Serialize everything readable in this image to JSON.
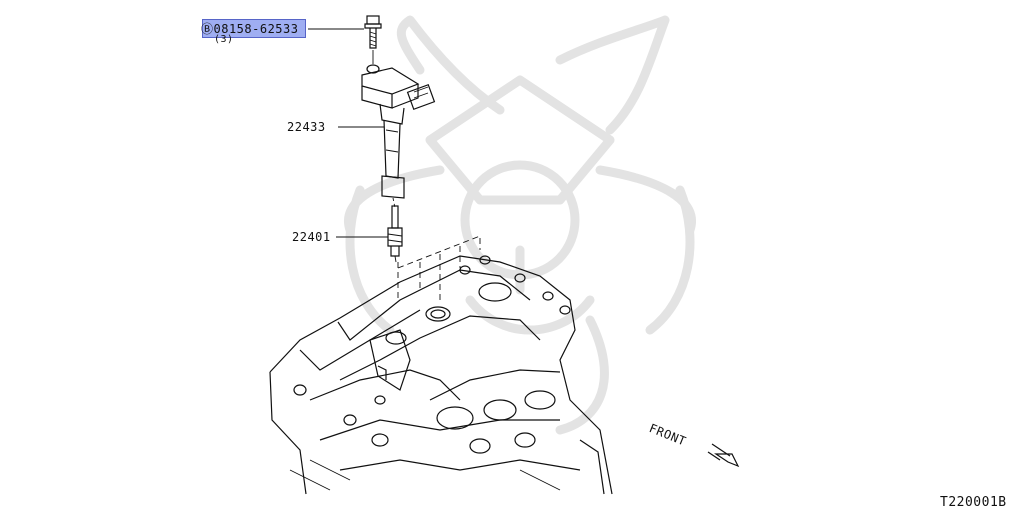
{
  "labels": {
    "bolt_part": "Ⓑ08158-62533",
    "bolt_qty": "(3)",
    "ignition_coil_part": "22433",
    "spark_plug_part": "22401",
    "front": "FRONT",
    "figure_number": "T220001B"
  },
  "colors": {
    "highlight": "#8fa0f0",
    "line": "#111111",
    "watermark": "#e3e3e3"
  }
}
